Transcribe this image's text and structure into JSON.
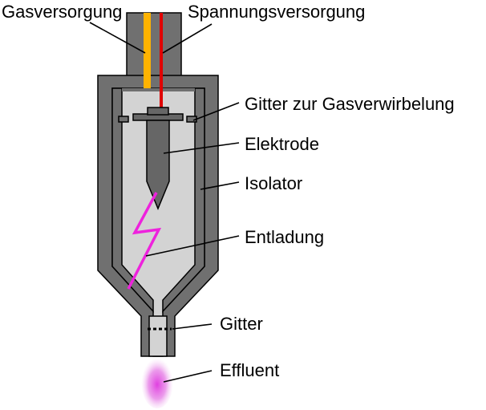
{
  "diagram": {
    "labels": {
      "gas_supply": "Gasversorgung",
      "voltage_supply": "Spannungsversorgung",
      "swirl_grid": "Gitter zur Gasverwirbelung",
      "electrode": "Elektrode",
      "insulator": "Isolator",
      "discharge": "Entladung",
      "grid": "Gitter",
      "effluent": "Effluent"
    },
    "colors": {
      "housing": "#707070",
      "chamber": "#d3d3d3",
      "electrode": "#666666",
      "gas_line": "#ffb300",
      "voltage_line": "#e00000",
      "discharge": "#ee22dd",
      "effluent": "#e040e0",
      "outline": "#000000"
    }
  }
}
